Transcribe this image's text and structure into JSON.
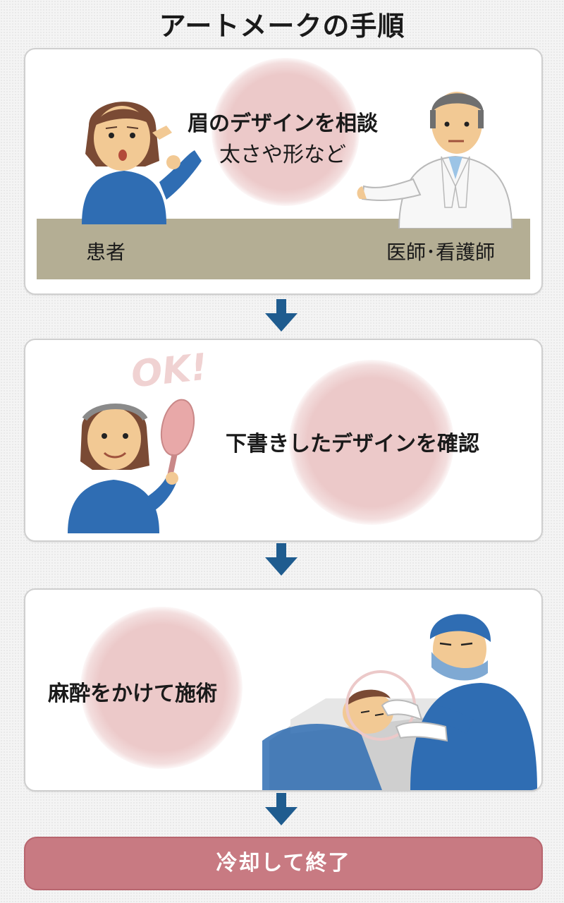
{
  "title": "アートメークの手順",
  "steps": [
    {
      "heading": "眉のデザインを相談",
      "subheading": "太さや形など",
      "label_left": "患者",
      "label_right": "医師･看護師"
    },
    {
      "exclamation": "OK!",
      "heading": "下書きしたデザインを確認"
    },
    {
      "heading": "麻酔をかけて施術"
    }
  ],
  "final_step": "冷却して終了",
  "colors": {
    "arrow": "#1f5c8f",
    "final_box": "#c87a82",
    "highlight_circle": "#ecc9c9",
    "counter_band": "#b4ae94",
    "garment_blue": "#2f6db3"
  }
}
